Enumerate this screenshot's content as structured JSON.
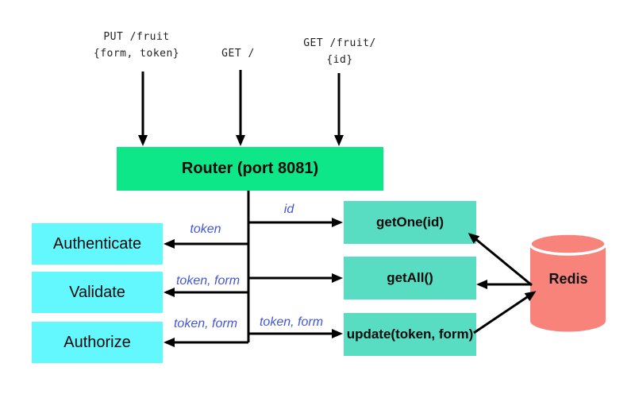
{
  "requests": [
    {
      "line1": "PUT /fruit",
      "line2": "{form, token}"
    },
    {
      "line1": "GET /",
      "line2": ""
    },
    {
      "line1": "GET /fruit/",
      "line2": "{id}"
    }
  ],
  "router": {
    "label": "Router (port 8081)"
  },
  "middleware": [
    {
      "label": "Authenticate"
    },
    {
      "label": "Validate"
    },
    {
      "label": "Authorize"
    }
  ],
  "handlers": [
    {
      "label": "getOne(id)"
    },
    {
      "label": "getAll()"
    },
    {
      "label": "update(token, form)"
    }
  ],
  "datastore": {
    "label": "Redis"
  },
  "edge_labels": [
    {
      "text": "id"
    },
    {
      "text": "token"
    },
    {
      "text": "token, form"
    },
    {
      "text": "token, form"
    },
    {
      "text": "token, form"
    }
  ],
  "colors": {
    "router_green": "#0ee787",
    "middleware_cyan": "#63f7fe",
    "handler_teal": "#58dcc2",
    "redis_salmon": "#f8837b",
    "edge_label_blue": "#4356d6",
    "arrow_black": "#000000"
  }
}
